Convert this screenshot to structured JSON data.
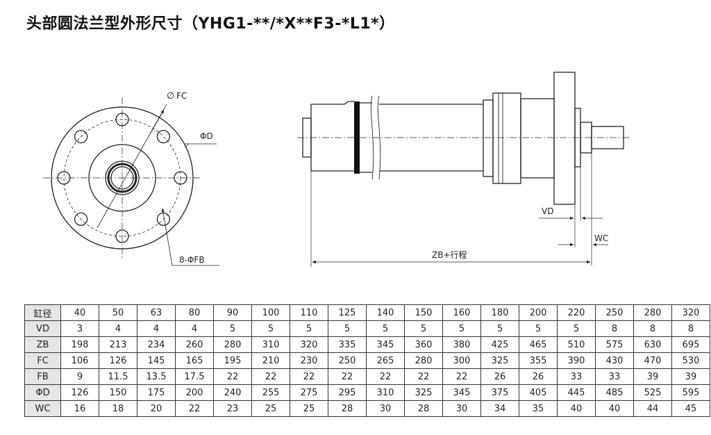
{
  "title": "头部圆法兰型外形尺寸（YHG1-**/*X**F3-*L1*）",
  "front_view": {
    "label_fc": "FC",
    "label_fc_symbol": "∅",
    "label_d": "ΦD",
    "label_holes": "8-ΦFB"
  },
  "side_view": {
    "label_vd": "VD",
    "label_wc": "WC",
    "label_zb": "ZB+行程"
  },
  "table": {
    "rows": [
      {
        "label": "缸径",
        "values": [
          "40",
          "50",
          "63",
          "80",
          "90",
          "100",
          "110",
          "125",
          "140",
          "150",
          "160",
          "180",
          "200",
          "220",
          "250",
          "280",
          "320"
        ]
      },
      {
        "label": "VD",
        "values": [
          "3",
          "4",
          "4",
          "4",
          "5",
          "5",
          "5",
          "5",
          "5",
          "5",
          "5",
          "5",
          "5",
          "5",
          "8",
          "8",
          "8"
        ]
      },
      {
        "label": "ZB",
        "values": [
          "198",
          "213",
          "234",
          "260",
          "280",
          "310",
          "320",
          "335",
          "345",
          "360",
          "380",
          "425",
          "465",
          "510",
          "575",
          "630",
          "695"
        ]
      },
      {
        "label": "FC",
        "values": [
          "106",
          "126",
          "145",
          "165",
          "195",
          "210",
          "230",
          "250",
          "265",
          "280",
          "300",
          "325",
          "355",
          "390",
          "430",
          "470",
          "530"
        ]
      },
      {
        "label": "FB",
        "values": [
          "9",
          "11.5",
          "13.5",
          "17.5",
          "22",
          "22",
          "22",
          "22",
          "22",
          "22",
          "22",
          "26",
          "26",
          "33",
          "33",
          "39",
          "39"
        ]
      },
      {
        "label": "ΦD",
        "values": [
          "126",
          "150",
          "175",
          "200",
          "240",
          "255",
          "275",
          "295",
          "310",
          "325",
          "345",
          "375",
          "405",
          "445",
          "485",
          "525",
          "595"
        ]
      },
      {
        "label": "WC",
        "values": [
          "16",
          "18",
          "20",
          "22",
          "23",
          "25",
          "25",
          "28",
          "30",
          "28",
          "30",
          "34",
          "35",
          "40",
          "40",
          "44",
          "45"
        ]
      }
    ]
  }
}
